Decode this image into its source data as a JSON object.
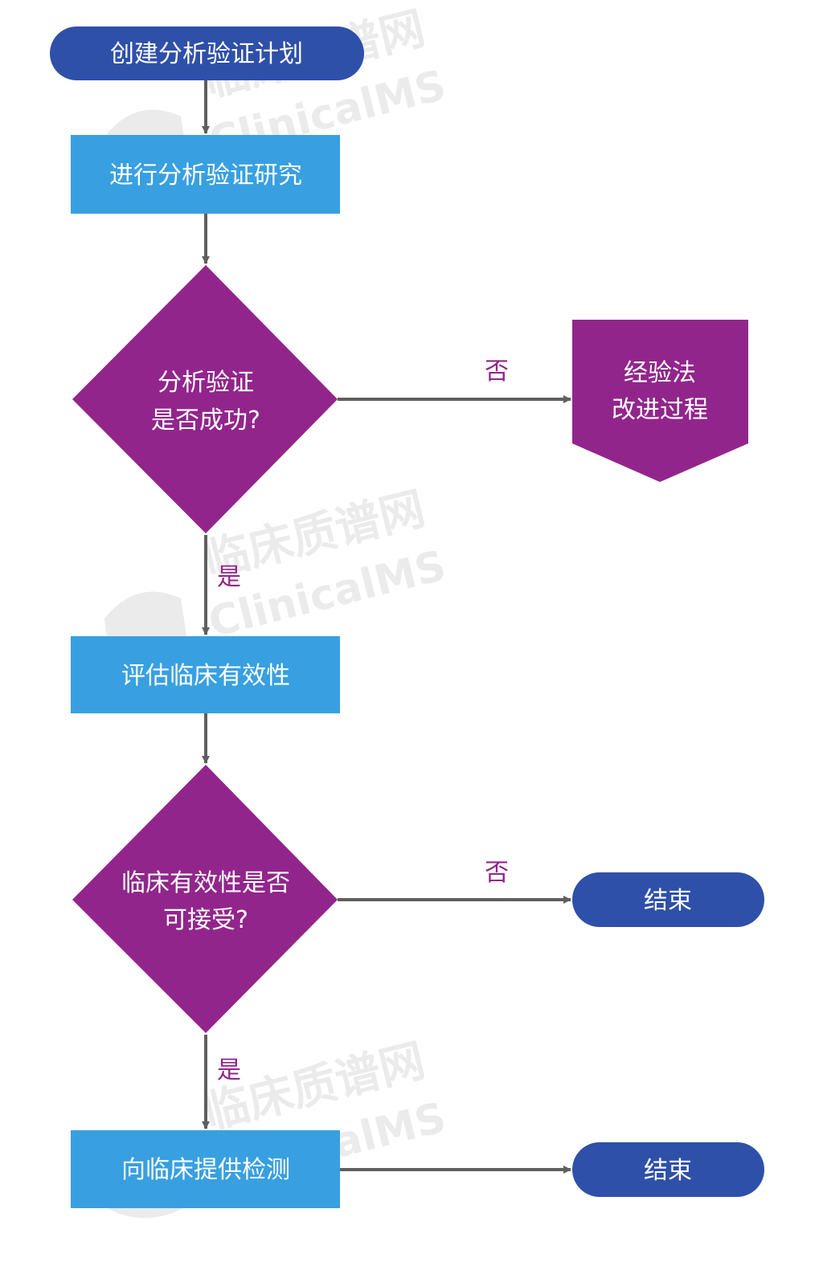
{
  "colors": {
    "terminal": "#2e50a8",
    "process": "#38a0e0",
    "decision": "#92258c",
    "edge": "#5f5f5f",
    "edge_label": "#92258c",
    "text": "#ffffff"
  },
  "nodes": {
    "start": {
      "label": "创建分析验证计划"
    },
    "study": {
      "label": "进行分析验证研究"
    },
    "decision1": {
      "line1": "分析验证",
      "line2": "是否成功?"
    },
    "improve": {
      "line1": "经验法",
      "line2": "改进过程"
    },
    "evaluate": {
      "label": "评估临床有效性"
    },
    "decision2": {
      "line1": "临床有效性是否",
      "line2": "可接受?"
    },
    "end1": {
      "label": "结束"
    },
    "provide": {
      "label": "向临床提供检测"
    },
    "end2": {
      "label": "结束"
    }
  },
  "edges": {
    "no1": "否",
    "yes1": "是",
    "no2": "否",
    "yes2": "是"
  },
  "watermark": {
    "cn": "临床质谱网",
    "en": "ClinicalMS"
  }
}
